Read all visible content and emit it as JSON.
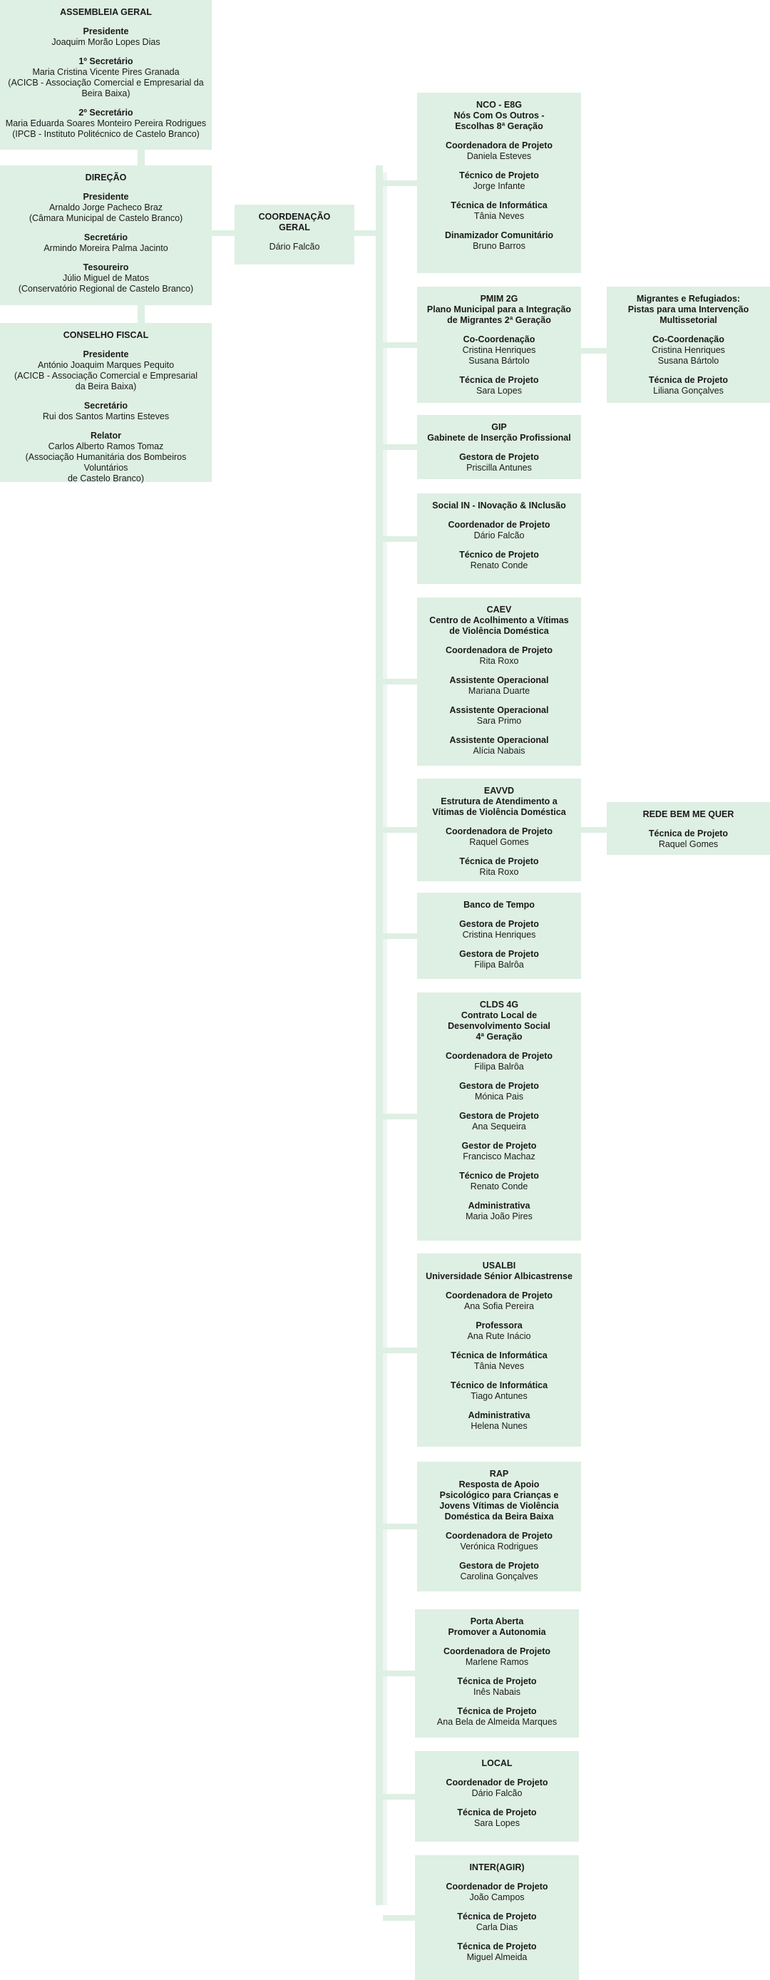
{
  "boxes": [
    {
      "id": "assembleia",
      "title": "ASSEMBLEIA GERAL",
      "roles": [
        {
          "t": "Presidente",
          "n": "Joaquim Morão Lopes Dias"
        },
        {
          "t": "1º Secretário",
          "n": "Maria Cristina Vicente Pires Granada\n(ACICB - Associação Comercial e Empresarial da\nBeira Baixa)"
        },
        {
          "t": "2º Secretário",
          "n": "Maria Eduarda Soares Monteiro Pereira Rodrigues\n(IPCB - Instituto Politécnico de Castelo Branco)"
        }
      ]
    },
    {
      "id": "direcao",
      "title": "DIREÇÃO",
      "roles": [
        {
          "t": "Presidente",
          "n": "Arnaldo Jorge Pacheco Braz\n(Câmara Municipal de Castelo Branco)"
        },
        {
          "t": "Secretário",
          "n": "Armindo Moreira Palma Jacinto"
        },
        {
          "t": "Tesoureiro",
          "n": "Júlio Miguel de Matos\n(Conservatório Regional de Castelo Branco)"
        }
      ]
    },
    {
      "id": "conselho",
      "title": "CONSELHO FISCAL",
      "roles": [
        {
          "t": "Presidente",
          "n": "António Joaquim Marques Pequito\n(ACICB - Associação Comercial e Empresarial\nda Beira Baixa)"
        },
        {
          "t": "Secretário",
          "n": "Rui dos Santos Martins Esteves"
        },
        {
          "t": "Relator",
          "n": "Carlos Alberto Ramos Tomaz\n(Associação Humanitária dos Bombeiros Voluntários\nde Castelo Branco)"
        }
      ]
    },
    {
      "id": "coordenacao",
      "title": "COORDENAÇÃO\nGERAL",
      "roles": [
        {
          "t": "",
          "n": "Dário Falcão"
        }
      ]
    },
    {
      "id": "nco",
      "title": "NCO - E8G\nNós Com Os Outros -\nEscolhas 8ª Geração",
      "roles": [
        {
          "t": "Coordenadora de Projeto",
          "n": "Daniela Esteves"
        },
        {
          "t": "Técnico de Projeto",
          "n": "Jorge Infante"
        },
        {
          "t": "Técnica de Informática",
          "n": "Tânia Neves"
        },
        {
          "t": "Dinamizador Comunitário",
          "n": "Bruno Barros"
        }
      ]
    },
    {
      "id": "pmim",
      "title": "PMIM 2G\nPlano Municipal para a Integração\nde Migrantes 2ª Geração",
      "roles": [
        {
          "t": "Co-Coordenação",
          "n": "Cristina Henriques\nSusana Bártolo"
        },
        {
          "t": "Técnica de Projeto",
          "n": "Sara Lopes"
        }
      ]
    },
    {
      "id": "migrantes",
      "title": "Migrantes e Refugiados:\nPistas para uma Intervenção\nMultissetorial",
      "roles": [
        {
          "t": "Co-Coordenação",
          "n": "Cristina Henriques\nSusana Bártolo"
        },
        {
          "t": "Técnica de Projeto",
          "n": "Liliana Gonçalves"
        }
      ]
    },
    {
      "id": "gip",
      "title": "GIP\nGabinete de Inserção Profissional",
      "roles": [
        {
          "t": "Gestora de Projeto",
          "n": "Priscilla Antunes"
        }
      ]
    },
    {
      "id": "socialin",
      "title": "Social IN - INovação & INclusão",
      "roles": [
        {
          "t": "Coordenador de Projeto",
          "n": "Dário Falcão"
        },
        {
          "t": "Técnico de Projeto",
          "n": "Renato Conde"
        }
      ]
    },
    {
      "id": "caev",
      "title": "CAEV\nCentro de Acolhimento a Vítimas\nde Violência Doméstica",
      "roles": [
        {
          "t": "Coordenadora de Projeto",
          "n": "Rita Roxo"
        },
        {
          "t": "Assistente Operacional",
          "n": "Mariana Duarte"
        },
        {
          "t": "Assistente Operacional",
          "n": "Sara Primo"
        },
        {
          "t": "Assistente Operacional",
          "n": "Alícia Nabais"
        }
      ]
    },
    {
      "id": "eavvd",
      "title": "EAVVD\nEstrutura de Atendimento a\nVítimas de Violência Doméstica",
      "roles": [
        {
          "t": "Coordenadora de Projeto",
          "n": "Raquel Gomes"
        },
        {
          "t": "Técnica de Projeto",
          "n": "Rita Roxo"
        }
      ]
    },
    {
      "id": "rede",
      "title": "REDE BEM ME QUER",
      "roles": [
        {
          "t": "Técnica de Projeto",
          "n": "Raquel Gomes"
        }
      ]
    },
    {
      "id": "banco",
      "title": "Banco de Tempo",
      "roles": [
        {
          "t": "Gestora de Projeto",
          "n": "Cristina Henriques"
        },
        {
          "t": "Gestora de Projeto",
          "n": "Filipa Balrôa"
        }
      ]
    },
    {
      "id": "clds",
      "title": "CLDS 4G\nContrato Local de\nDesenvolvimento Social\n4ª Geração",
      "roles": [
        {
          "t": "Coordenadora de Projeto",
          "n": "Filipa Balrôa"
        },
        {
          "t": "Gestora de Projeto",
          "n": "Mónica Pais"
        },
        {
          "t": "Gestora de Projeto",
          "n": "Ana Sequeira"
        },
        {
          "t": "Gestor de Projeto",
          "n": "Francisco Machaz"
        },
        {
          "t": "Técnico de Projeto",
          "n": "Renato Conde"
        },
        {
          "t": "Administrativa",
          "n": "Maria João Pires"
        }
      ]
    },
    {
      "id": "usalbi",
      "title": "USALBI\nUniversidade Sénior Albicastrense",
      "roles": [
        {
          "t": "Coordenadora de Projeto",
          "n": "Ana Sofia Pereira"
        },
        {
          "t": "Professora",
          "n": "Ana Rute Inácio"
        },
        {
          "t": "Técnica de Informática",
          "n": "Tânia Neves"
        },
        {
          "t": "Técnico de Informática",
          "n": "Tiago Antunes"
        },
        {
          "t": "Administrativa",
          "n": "Helena Nunes"
        }
      ]
    },
    {
      "id": "rap",
      "title": "RAP\nResposta de Apoio\nPsicológico para Crianças e\nJovens Vítimas de Violência\nDoméstica da Beira Baixa",
      "roles": [
        {
          "t": "Coordenadora de Projeto",
          "n": "Verónica Rodrigues"
        },
        {
          "t": "Gestora de Projeto",
          "n": "Carolina Gonçalves"
        }
      ]
    },
    {
      "id": "porta",
      "title": "Porta Aberta\nPromover a Autonomia",
      "roles": [
        {
          "t": "Coordenadora de Projeto",
          "n": "Marlene Ramos"
        },
        {
          "t": "Técnica de Projeto",
          "n": "Inês Nabais"
        },
        {
          "t": "Técnica de Projeto",
          "n": "Ana Bela de Almeida Marques"
        }
      ]
    },
    {
      "id": "local",
      "title": "LOCAL",
      "roles": [
        {
          "t": "Coordenador de Projeto",
          "n": "Dário Falcão"
        },
        {
          "t": "Técnica de Projeto",
          "n": "Sara Lopes"
        }
      ]
    },
    {
      "id": "interagir",
      "title": "INTER(AGIR)",
      "roles": [
        {
          "t": "Coordenador de Projeto",
          "n": "João Campos"
        },
        {
          "t": "Técnica de Projeto",
          "n": "Carla Dias"
        },
        {
          "t": "Técnica de Projeto",
          "n": "Miguel Almeida"
        }
      ]
    }
  ]
}
